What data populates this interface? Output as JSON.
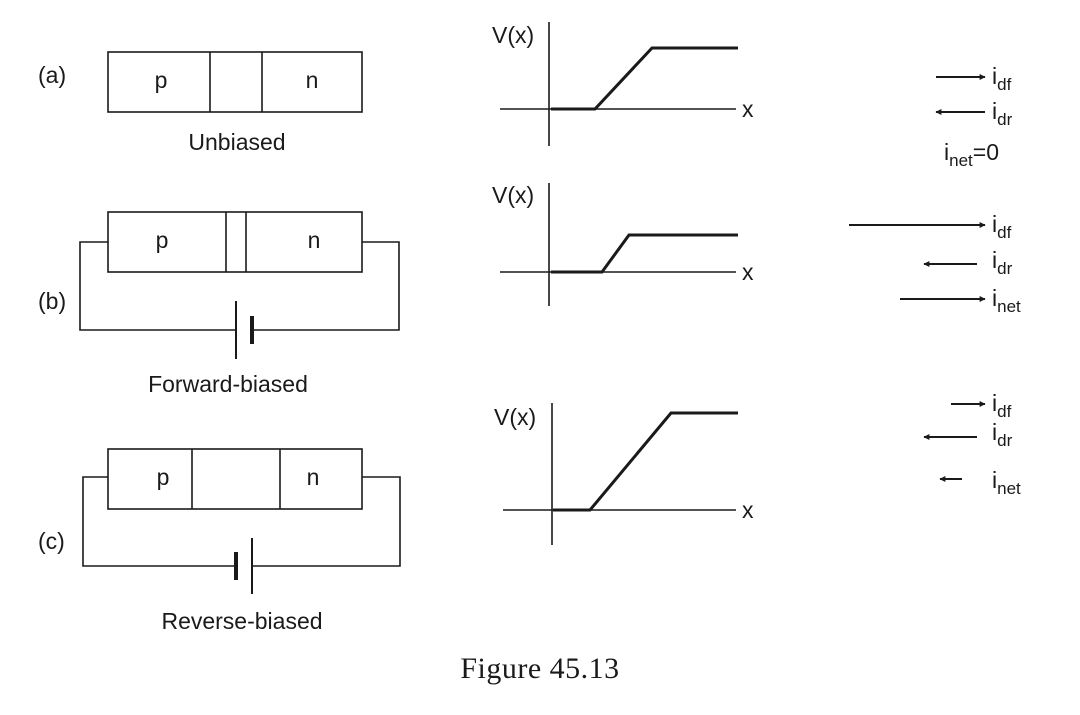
{
  "panels": [
    {
      "tag": "(a)",
      "p_label": "p",
      "n_label": "n",
      "caption": "Unbiased",
      "graph_y_label": "V(x)",
      "graph_x_label": "x",
      "currents": [
        {
          "symbol": "i",
          "subscript": "df",
          "suffix": ""
        },
        {
          "symbol": "i",
          "subscript": "dr",
          "suffix": ""
        },
        {
          "symbol": "i",
          "subscript": "net",
          "suffix": "=0"
        }
      ]
    },
    {
      "tag": "(b)",
      "p_label": "p",
      "n_label": "n",
      "caption": "Forward-biased",
      "graph_y_label": "V(x)",
      "graph_x_label": "x",
      "currents": [
        {
          "symbol": "i",
          "subscript": "df",
          "suffix": ""
        },
        {
          "symbol": "i",
          "subscript": "dr",
          "suffix": ""
        },
        {
          "symbol": "i",
          "subscript": "net",
          "suffix": ""
        }
      ]
    },
    {
      "tag": "(c)",
      "p_label": "p",
      "n_label": "n",
      "caption": "Reverse-biased",
      "graph_y_label": "V(x)",
      "graph_x_label": "x",
      "currents": [
        {
          "symbol": "i",
          "subscript": "df",
          "suffix": ""
        },
        {
          "symbol": "i",
          "subscript": "dr",
          "suffix": ""
        },
        {
          "symbol": "i",
          "subscript": "net",
          "suffix": ""
        }
      ]
    }
  ],
  "figure_caption": "Figure 45.13"
}
